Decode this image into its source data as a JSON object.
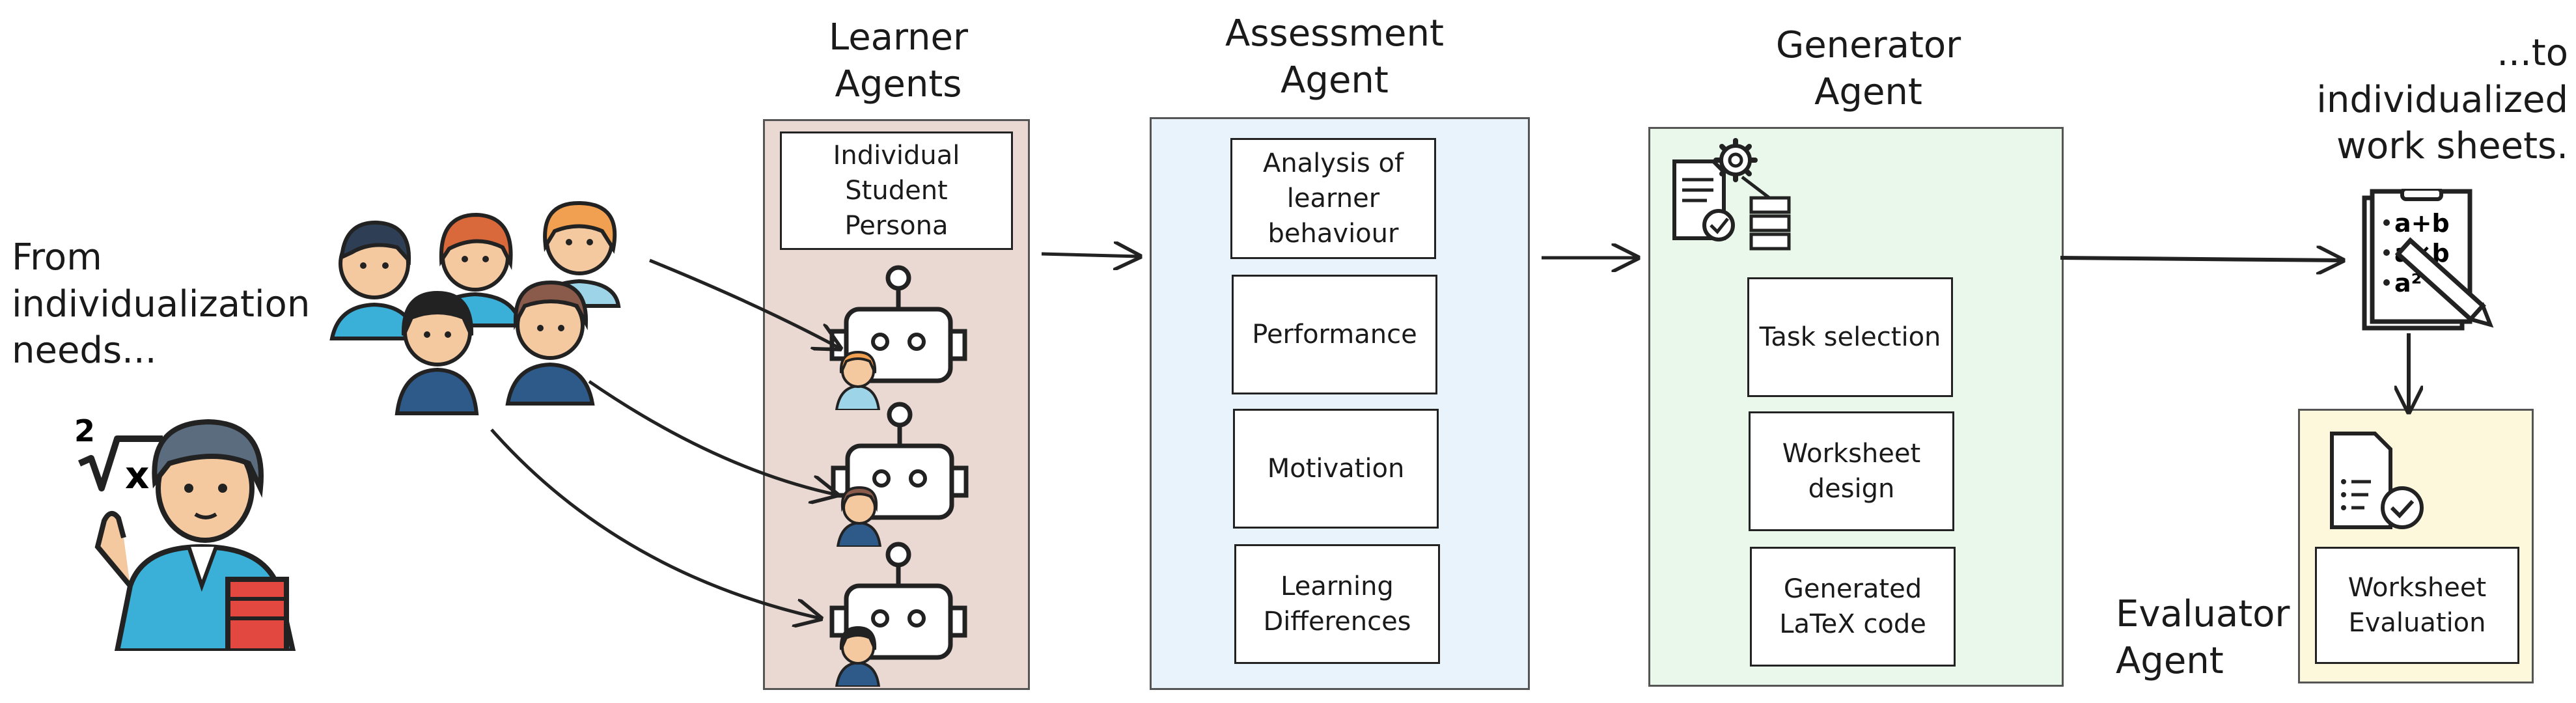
{
  "intro": {
    "text": "From individualization needs...",
    "lines": [
      "From",
      "individualization",
      "needs..."
    ]
  },
  "outro": {
    "text": "...to individualized work sheets.",
    "lines": [
      "...to",
      "individualized",
      "work sheets."
    ]
  },
  "learner": {
    "title_lines": [
      "Learner",
      "Agents"
    ],
    "persona_lines": [
      "Individual",
      "Student Persona"
    ],
    "panel_color": "#ead9d3"
  },
  "assessment": {
    "title_lines": [
      "Assessment",
      "Agent"
    ],
    "panel_color": "#e8f3fc",
    "items": [
      {
        "lines": [
          "Analysis of",
          "learner",
          "behaviour"
        ]
      },
      {
        "lines": [
          "Performance"
        ]
      },
      {
        "lines": [
          "Motivation"
        ]
      },
      {
        "lines": [
          "Learning",
          "Differences"
        ]
      }
    ]
  },
  "generator": {
    "title_lines": [
      "Generator",
      "Agent"
    ],
    "panel_color": "#e9f8ea",
    "items": [
      {
        "lines": [
          "Task selection"
        ]
      },
      {
        "lines": [
          "Worksheet",
          "design"
        ]
      },
      {
        "lines": [
          "Generated",
          "LaTeX code"
        ]
      }
    ]
  },
  "evaluator": {
    "title_lines": [
      "Evaluator",
      "Agent"
    ],
    "panel_color": "#fdf8dc",
    "item_lines": [
      "Worksheet",
      "Evaluation"
    ]
  },
  "icons": [
    "teacher-icon",
    "student-group-icon",
    "robot-icon",
    "gear-workflow-icon",
    "worksheet-math-icon",
    "checklist-document-icon"
  ],
  "teacher_formula": {
    "index": "2",
    "radicand": "x"
  },
  "worksheet_formulas": [
    "a+b",
    "a×b",
    "a²"
  ],
  "colors": {
    "stroke": "#222222",
    "accent_red": "#e2483f",
    "accent_blue": "#3ab0d8"
  }
}
